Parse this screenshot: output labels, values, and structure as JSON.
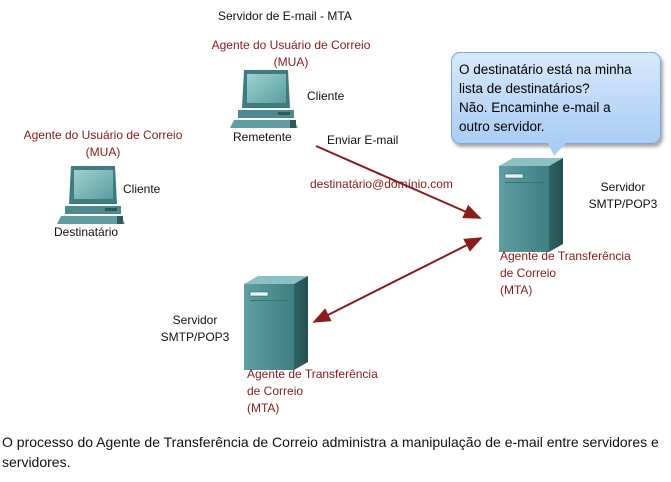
{
  "title": "Servidor de E-mail - MTA",
  "sender": {
    "agent_line1": "Agente do Usuário de Correio",
    "agent_line2": "(MUA)",
    "client_label": "Cliente",
    "name": "Remetente"
  },
  "recipient": {
    "agent_line1": "Agente do Usuário de Correio",
    "agent_line2": "(MUA)",
    "client_label": "Cliente",
    "name": "Destinatário"
  },
  "send_label": "Enviar E-mail",
  "address": "destinatário@domínio.com",
  "server_right": {
    "label_line1": "Servidor",
    "label_line2": "SMTP/POP3",
    "agent_line1": "Agente de Transferência",
    "agent_line2": "de Correio",
    "agent_line3": "(MTA)"
  },
  "server_left": {
    "label_line1": "Servidor",
    "label_line2": "SMTP/POP3",
    "agent_line1": "Agente de Transferência",
    "agent_line2": "de Correio",
    "agent_line3": "(MTA)"
  },
  "callout": {
    "line1": "O destinatário está na minha",
    "line2": "lista de destinatários?",
    "line3": "Não.  Encaminhe  e-mail a",
    "line4": "outro servidor."
  },
  "caption": "O processo do Agente de Transferência de Correio administra a manipulação de e-mail entre servidores e servidores.",
  "colors": {
    "agent_text": "#8b1a1a",
    "arrow": "#8b1a1a",
    "device": "#4d8a8e",
    "callout_fill": "#b9d8f6"
  }
}
